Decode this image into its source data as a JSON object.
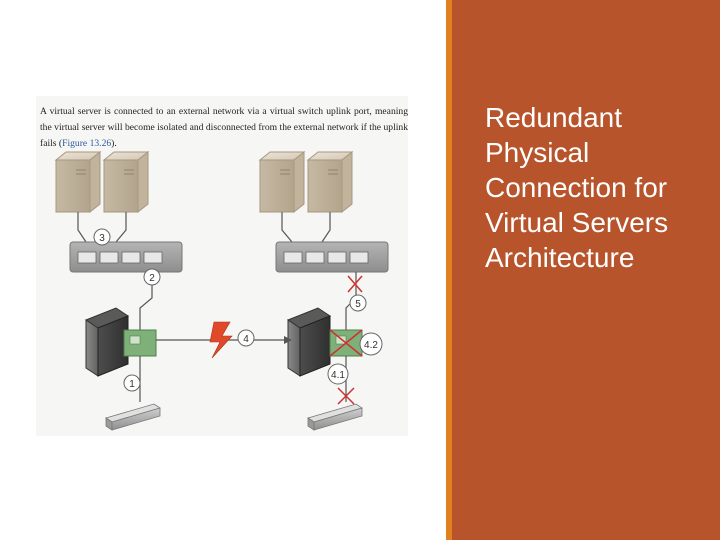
{
  "slide": {
    "title_lines": [
      "Redundant",
      "Physical",
      "Connection for",
      "Virtual Servers",
      "Architecture"
    ],
    "colors": {
      "panel": "#b8542b",
      "accent": "#e0801f",
      "title_text": "#ffffff"
    }
  },
  "figure": {
    "caption_text": "A virtual server is connected to an external network via a virtual switch uplink port, meaning the virtual server will become isolated and disconnected from the external network if the uplink fails (",
    "caption_link": "Figure 13.26",
    "caption_end": ").",
    "callouts": {
      "c3": "3",
      "c2": "2",
      "c1": "1",
      "c4": "4",
      "c5": "5",
      "c42": "4.2",
      "c41": "4.1"
    }
  }
}
